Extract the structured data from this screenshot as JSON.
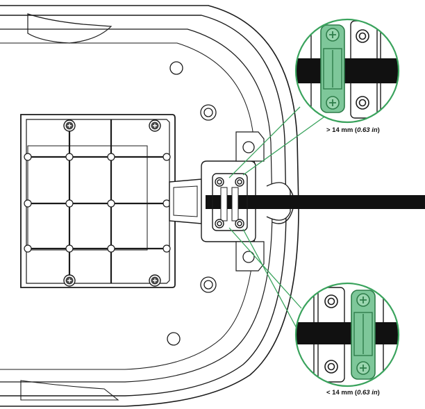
{
  "callouts": [
    {
      "prefix": "> 14 mm (",
      "value": "0.63 in",
      "suffix": ")"
    },
    {
      "prefix": "< 14 mm (",
      "value": "0.63 in",
      "suffix": ")"
    }
  ],
  "colors": {
    "line": "#1a1a1a",
    "cable": "#111111",
    "clamp_fill": "#7ec79a",
    "clamp_stroke": "#2e7d4a",
    "leader": "#3aa35d",
    "device_fill": "#ffffff"
  },
  "icons": [
    "screw-icon",
    "phillips-screw-icon",
    "cable-clamp-icon"
  ]
}
